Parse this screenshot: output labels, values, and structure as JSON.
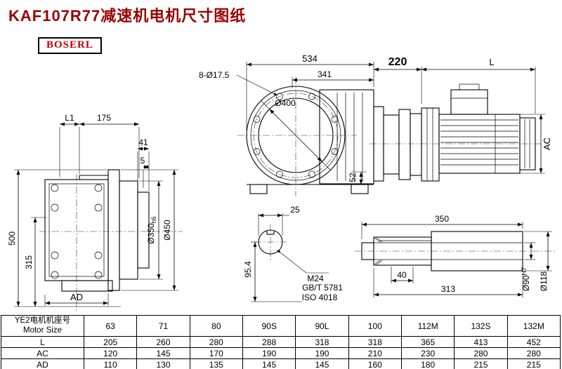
{
  "page": {
    "title": "KAF107R77减速机电机尺寸图纸",
    "logo_text": "BOSERL"
  },
  "colors": {
    "title_text": "#9b0000",
    "logo_text": "#c40000",
    "drawing_lines": "#000000",
    "background": "#ffffff"
  },
  "front_view": {
    "dims": {
      "overall_width": "534",
      "housing_width": "341",
      "bolt_holes": "8-Ø17.5",
      "flange_diameter": "Ø400",
      "foot_height": "52",
      "adapter_length": "220",
      "motor_length": "L",
      "motor_diameter": "AC"
    }
  },
  "side_view": {
    "dims": {
      "l1": "L1",
      "body_depth": "175",
      "step_top": "41",
      "step_small": "5",
      "overall_height": "500",
      "axis_height": "315",
      "foot_width": "AD",
      "spigot_dia": "Ø350",
      "spigot_tol": "h6",
      "flange_od": "Ø450"
    }
  },
  "shaft_end_view": {
    "dims": {
      "shaft_dia": "25",
      "center_height": "95.4"
    },
    "notes": [
      "M24",
      "GB/T 5781",
      "ISO 4018"
    ]
  },
  "shaft_detail": {
    "dims": {
      "total_length": "350",
      "key_length": "40",
      "fit_length": "313",
      "bore_dia": "Ø90",
      "bore_tol": "H7",
      "outer_dia": "Ø118"
    }
  },
  "table": {
    "header": {
      "title_cn": "YE2电机机座号",
      "title_en": "Motor Size",
      "sizes": [
        "63",
        "71",
        "80",
        "90S",
        "90L",
        "100",
        "112M",
        "132S",
        "132M"
      ]
    },
    "rows": [
      {
        "label": "L",
        "values": [
          "205",
          "260",
          "280",
          "288",
          "318",
          "318",
          "365",
          "413",
          "452"
        ]
      },
      {
        "label": "AC",
        "values": [
          "120",
          "145",
          "170",
          "190",
          "190",
          "210",
          "230",
          "280",
          "280"
        ]
      },
      {
        "label": "AD",
        "values": [
          "110",
          "130",
          "135",
          "145",
          "145",
          "160",
          "180",
          "215",
          "215"
        ]
      }
    ]
  }
}
